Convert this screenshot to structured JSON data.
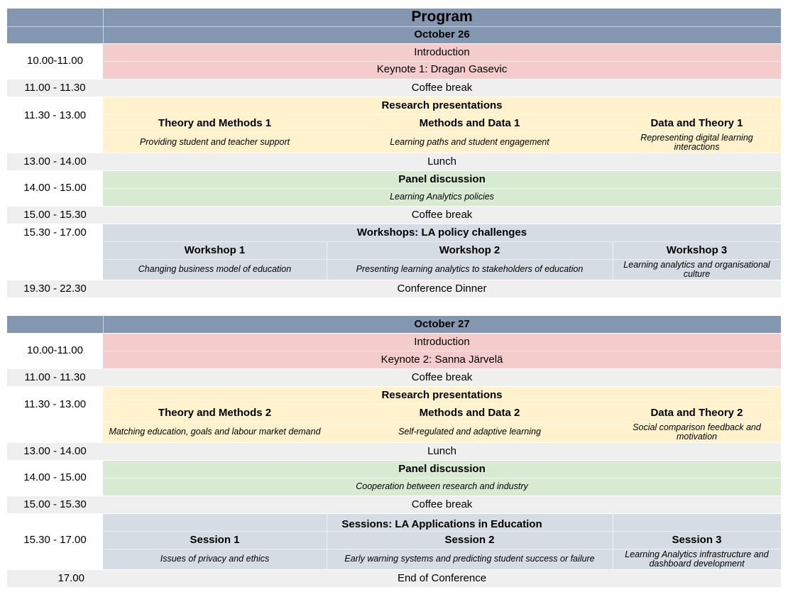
{
  "program": {
    "title": "Program",
    "colors": {
      "header": "#8497b0",
      "intro": "#f4cccc",
      "break": "#efefef",
      "research": "#fff2cc",
      "panel": "#d9ead3",
      "workshop": "#d6dce4"
    },
    "days": [
      {
        "date": "October 26",
        "rows": [
          {
            "time": "10.00-11.00",
            "intro": "Introduction",
            "keynote": "Keynote 1: Dragan Gasevic"
          },
          {
            "time": "11.00 - 11.30",
            "label": "Coffee break"
          },
          {
            "time": "11.30 - 13.00",
            "label": "Research presentations",
            "tracks": [
              {
                "title": "Theory and Methods 1",
                "topic": "Providing student and teacher support"
              },
              {
                "title": "Methods and Data 1",
                "topic": "Learning paths and student engagement"
              },
              {
                "title": "Data and Theory 1",
                "topic": "Representing digital learning interactions"
              }
            ]
          },
          {
            "time": "13.00 - 14.00",
            "label": "Lunch"
          },
          {
            "time": "14.00 - 15.00",
            "label": "Panel discussion",
            "topic": "Learning Analytics policies"
          },
          {
            "time": "15.00 - 15.30",
            "label": "Coffee break"
          },
          {
            "time": "15.30 - 17.00",
            "label": "Workshops: LA policy challenges",
            "tracks": [
              {
                "title": "Workshop 1",
                "topic": "Changing business model of  education"
              },
              {
                "title": "Workshop 2",
                "topic": "Presenting learning analytics to stakeholders of education"
              },
              {
                "title": "Workshop 3",
                "topic": "Learning analytics and organisational culture"
              }
            ]
          },
          {
            "time": "19.30 - 22.30",
            "label": "Conference Dinner"
          }
        ]
      },
      {
        "date": "October 27",
        "rows": [
          {
            "time": "10.00-11.00",
            "intro": "Introduction",
            "keynote": "Keynote 2: Sanna Järvelä"
          },
          {
            "time": "11.00 - 11.30",
            "label": "Coffee break"
          },
          {
            "time": "11.30 - 13.00",
            "label": "Research presentations",
            "tracks": [
              {
                "title": "Theory and Methods 2",
                "topic": "Matching education, goals and labour market demand"
              },
              {
                "title": "Methods and Data 2",
                "topic": "Self-regulated and adaptive learning"
              },
              {
                "title": "Data and Theory 2",
                "topic": "Social comparison feedback and motivation"
              }
            ]
          },
          {
            "time": "13.00 - 14.00",
            "label": "Lunch"
          },
          {
            "time": "14.00 - 15.00",
            "label": "Panel discussion",
            "topic": "Cooperation between research and industry"
          },
          {
            "time": "15.00 - 15.30",
            "label": "Coffee break"
          },
          {
            "time": "15.30 - 17.00",
            "label": "Sessions: LA Applications in Education",
            "tracks": [
              {
                "title": "Session 1",
                "topic": "Issues of privacy and ethics"
              },
              {
                "title": "Session 2",
                "topic": "Early warning systems and predicting student success or failure"
              },
              {
                "title": "Session 3",
                "topic": "Learning Analytics infrastructure and dashboard development"
              }
            ]
          },
          {
            "time": "17.00",
            "label": "End of Conference"
          }
        ]
      }
    ]
  }
}
